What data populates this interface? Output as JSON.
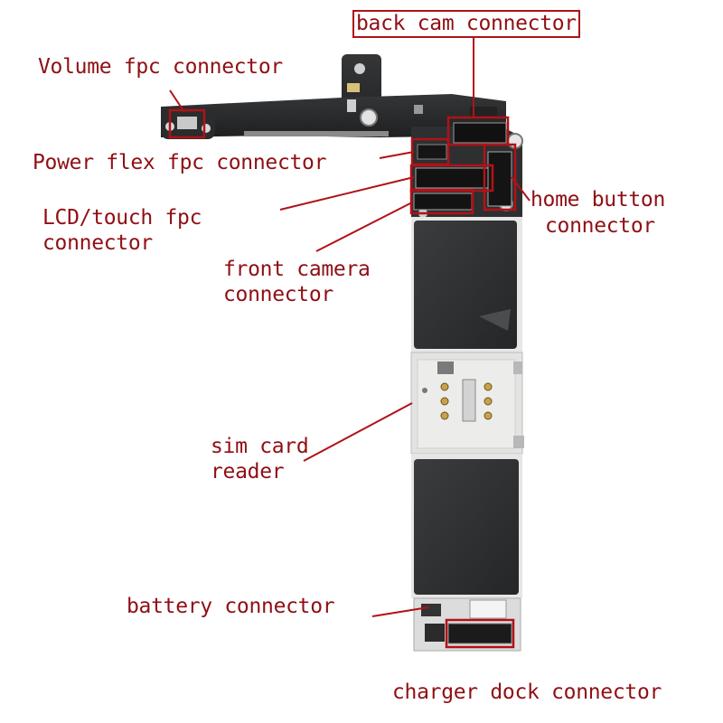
{
  "labels": {
    "back_cam": "back cam connector",
    "volume": "Volume fpc connector",
    "power": "Power flex fpc connector",
    "lcd_line1": "LCD/touch fpc",
    "lcd_line2": "connector",
    "home_line1": "home button",
    "home_line2": "connector",
    "front_line1": "front camera",
    "front_line2": "connector",
    "sim_line1": "sim card",
    "sim_line2": "reader",
    "battery": "battery connector",
    "charger": "charger dock connector"
  },
  "colors": {
    "annotation": "#b01217",
    "board": "#2a2a2c",
    "shield": "#2f3133",
    "sim_tray": "#e3e3e1",
    "background": "#ffffff"
  }
}
